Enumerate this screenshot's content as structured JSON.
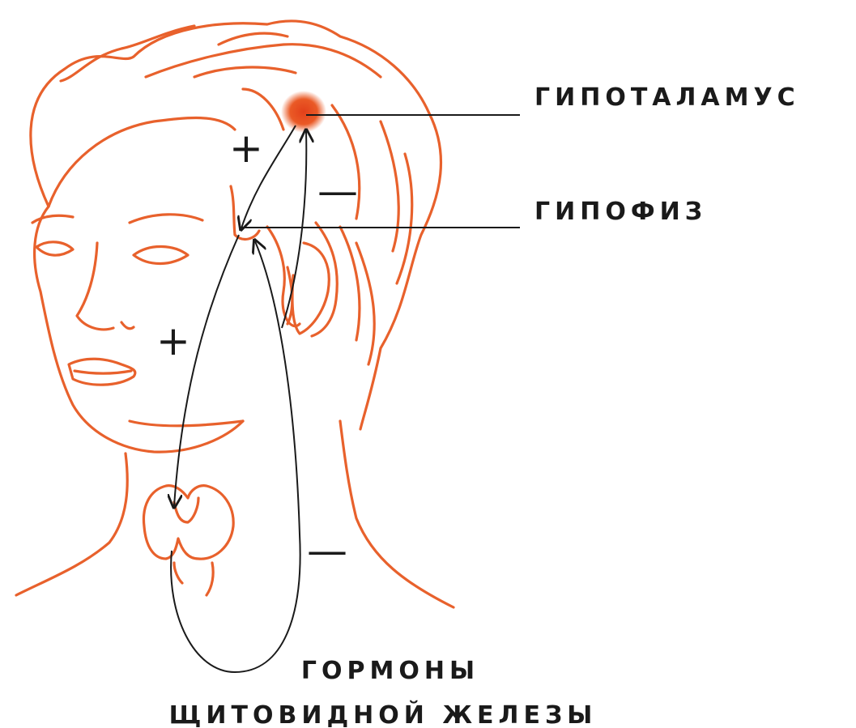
{
  "labels": {
    "hypothalamus": "ГИПОТАЛАМУС",
    "pituitary": "ГИПОФИЗ",
    "hormones_line1": "ГОРМОНЫ",
    "hormones_line2": "ЩИТОВИДНОЙ ЖЕЛЕЗЫ"
  },
  "signs": {
    "plus_upper": "+",
    "plus_lower": "+",
    "minus_upper": "—",
    "minus_lower": "—"
  },
  "colors": {
    "drawing": "#e8612c",
    "hypothalamus_spot": "#e64a19",
    "lines": "#1a1a1a",
    "text": "#1a1a1a"
  }
}
